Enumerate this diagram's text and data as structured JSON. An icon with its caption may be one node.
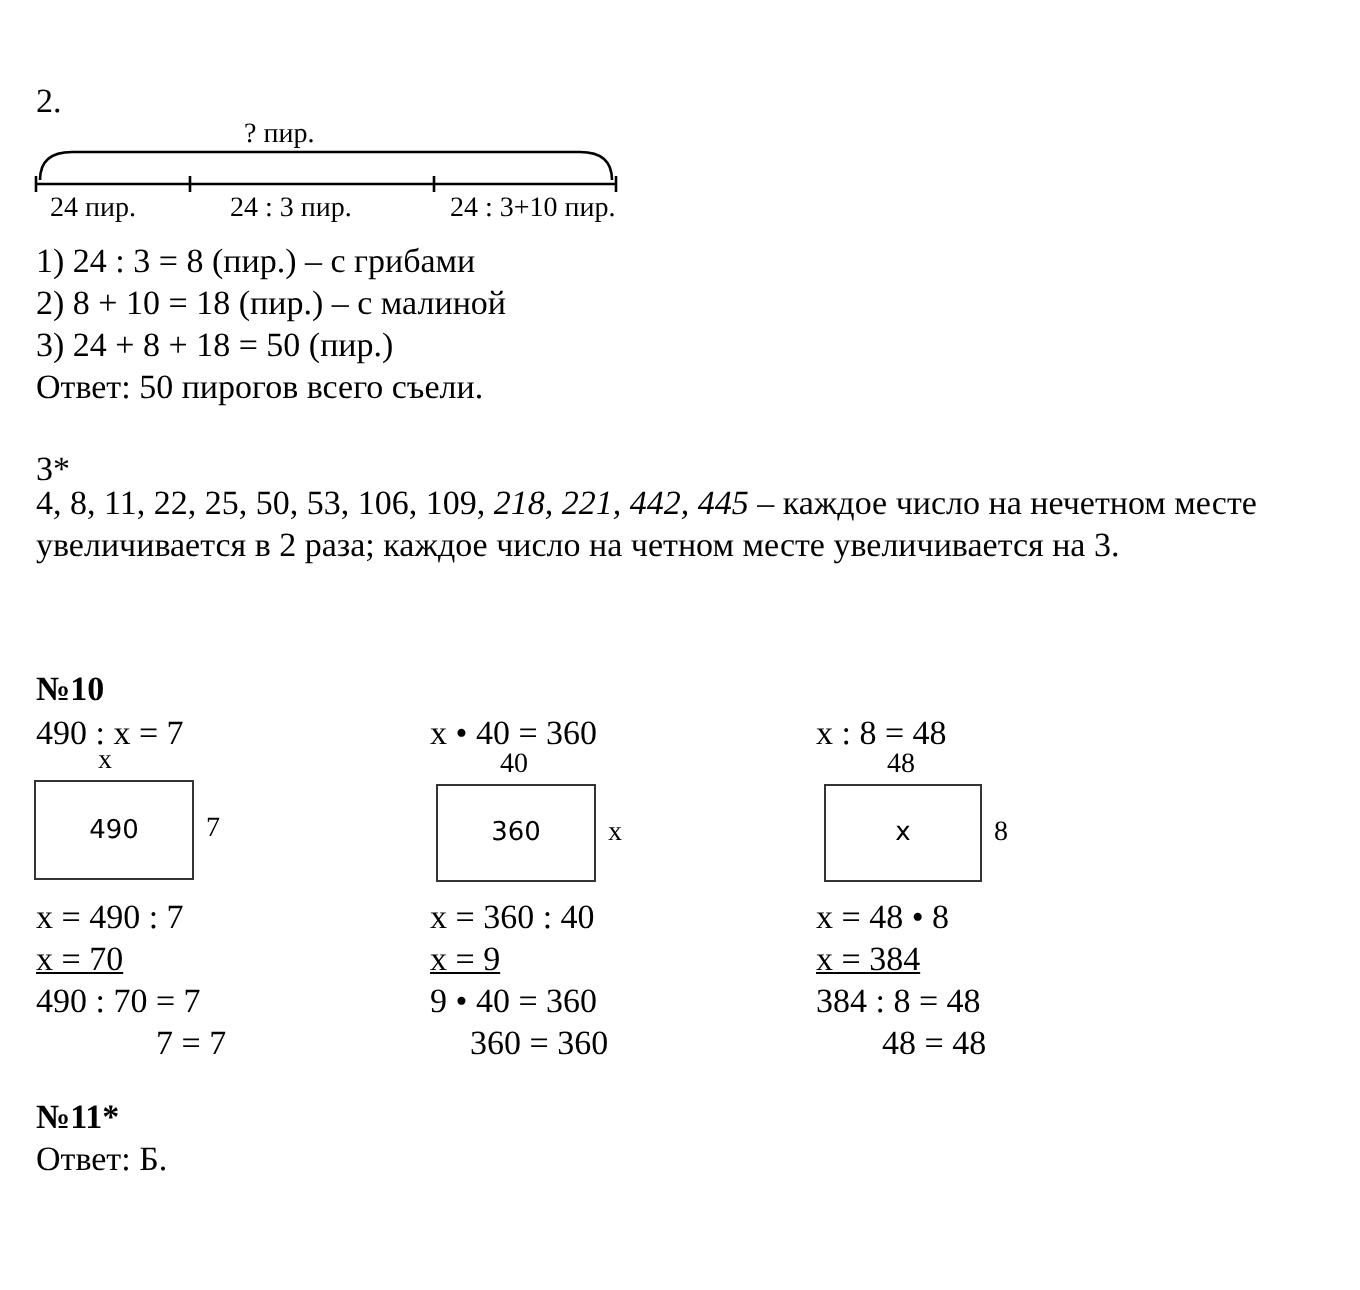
{
  "diagram": {
    "nodes": [
      {
        "text": [
          "490"
        ],
        "beside": [
          "x",
          "7"
        ]
      },
      {
        "text": [
          "360"
        ],
        "beside": [
          "40",
          "x"
        ]
      },
      {
        "text": [
          "x"
        ],
        "beside": [
          "48",
          "8"
        ]
      }
    ],
    "labels": [
      "2.",
      "? пир.",
      "24 пир.",
      "24 : 3 пир.",
      "24 : 3+10 пир.",
      "1) 24 : 3 = 8 (пир.) – с грибами",
      "2) 8 + 10 = 18 (пир.) – с малиной",
      "3) 24 + 8 + 18 = 50 (пир.)",
      "Ответ: 50 пирогов всего съели.",
      "3*",
      "4, 8, 11, 22, 25, 50, 53, 106, 109, *218, 221, 442, 445* – каждое число на нечетном месте увеличивается в 2 раза; каждое число на четном месте увеличивается на 3.",
      "№10",
      "490 : x = 7",
      "x • 40 = 360",
      "x : 8 = 48",
      "x = 490 : 7",
      "x = 360 : 40",
      "x = 48 • 8",
      "x = 70",
      "x = 9",
      "x = 384",
      "490 : 70 = 7",
      "9 • 40 = 360",
      "384 : 8 = 48",
      "7 = 7",
      "360 = 360",
      "48 = 48",
      "№11*",
      "Ответ: Б."
    ]
  }
}
